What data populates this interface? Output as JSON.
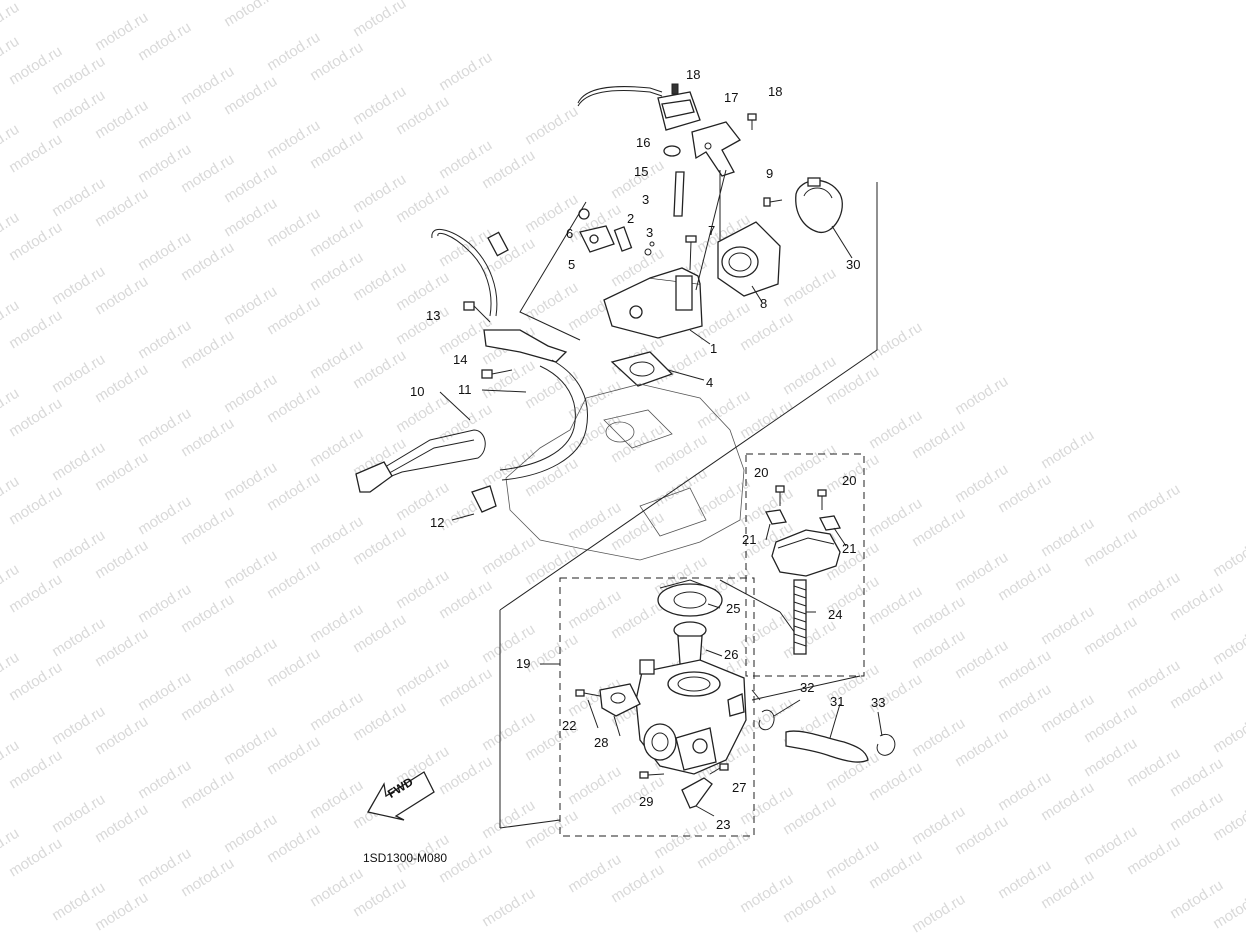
{
  "diagram": {
    "watermark": "motod.ru",
    "code": "1SD1300-M080",
    "fwd_label": "FWD",
    "callouts": [
      {
        "id": "18a",
        "text": "18"
      },
      {
        "id": "18b",
        "text": "18"
      },
      {
        "id": "17",
        "text": "17"
      },
      {
        "id": "16",
        "text": "16"
      },
      {
        "id": "15",
        "text": "15"
      },
      {
        "id": "9",
        "text": "9"
      },
      {
        "id": "3a",
        "text": "3"
      },
      {
        "id": "3b",
        "text": "3"
      },
      {
        "id": "2",
        "text": "2"
      },
      {
        "id": "6",
        "text": "6"
      },
      {
        "id": "7",
        "text": "7"
      },
      {
        "id": "5",
        "text": "5"
      },
      {
        "id": "30",
        "text": "30"
      },
      {
        "id": "8",
        "text": "8"
      },
      {
        "id": "13",
        "text": "13"
      },
      {
        "id": "1",
        "text": "1"
      },
      {
        "id": "14",
        "text": "14"
      },
      {
        "id": "4",
        "text": "4"
      },
      {
        "id": "10",
        "text": "10"
      },
      {
        "id": "11",
        "text": "11"
      },
      {
        "id": "20a",
        "text": "20"
      },
      {
        "id": "20b",
        "text": "20"
      },
      {
        "id": "21a",
        "text": "21"
      },
      {
        "id": "21b",
        "text": "21"
      },
      {
        "id": "12",
        "text": "12"
      },
      {
        "id": "25",
        "text": "25"
      },
      {
        "id": "24",
        "text": "24"
      },
      {
        "id": "26",
        "text": "26"
      },
      {
        "id": "19",
        "text": "19"
      },
      {
        "id": "32",
        "text": "32"
      },
      {
        "id": "31",
        "text": "31"
      },
      {
        "id": "33",
        "text": "33"
      },
      {
        "id": "22",
        "text": "22"
      },
      {
        "id": "28",
        "text": "28"
      },
      {
        "id": "29",
        "text": "29"
      },
      {
        "id": "27",
        "text": "27"
      },
      {
        "id": "23",
        "text": "23"
      }
    ]
  }
}
